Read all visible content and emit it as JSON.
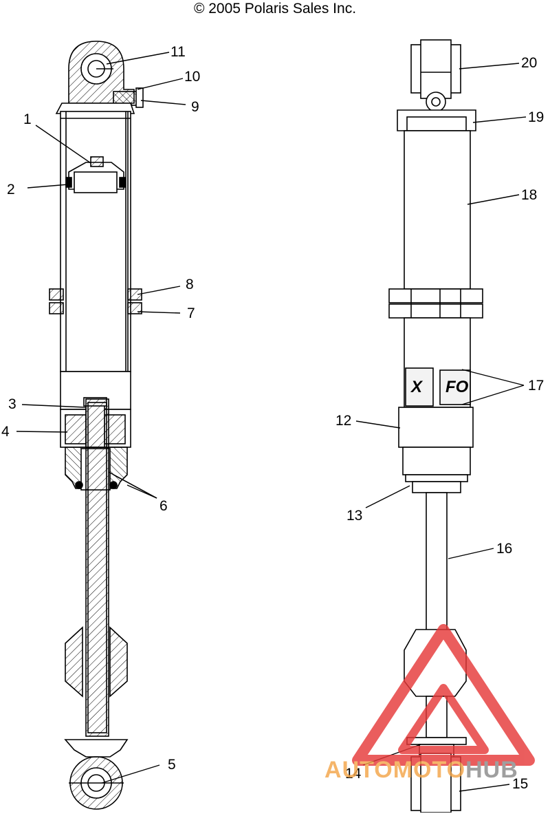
{
  "copyright": "© 2005 Polaris Sales Inc.",
  "callouts": {
    "n1": "1",
    "n2": "2",
    "n3": "3",
    "n4": "4",
    "n5": "5",
    "n6": "6",
    "n7": "7",
    "n8": "8",
    "n9": "9",
    "n10": "10",
    "n11": "11",
    "n12": "12",
    "n13": "13",
    "n14": "14",
    "n15": "15",
    "n16": "16",
    "n17": "17",
    "n18": "18",
    "n19": "19",
    "n20": "20"
  },
  "decal": {
    "left": "X",
    "right": "FO"
  },
  "watermark": {
    "part1": "A",
    "part2": "UTOMOTO",
    "part3": "HUB",
    "colors": {
      "red": "#e63a3a",
      "orange": "#f3a64a",
      "gray": "#8a8a8a"
    }
  }
}
